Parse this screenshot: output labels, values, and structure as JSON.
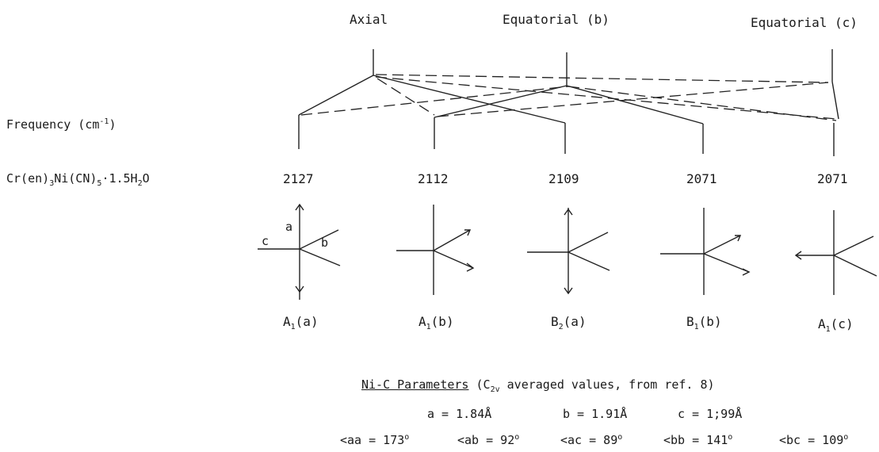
{
  "headers": {
    "axial": "Axial",
    "equatorial_b": "Equatorial (b)",
    "equatorial_c": "Equatorial (c)"
  },
  "frequency_label": {
    "prefix": "Frequency (cm",
    "superscript": "-1",
    "suffix": ")"
  },
  "compound_label": {
    "p1": "Cr(en)",
    "s1": "3",
    "p2": "Ni(CN)",
    "s2": "5",
    "p3": "·1.5H",
    "s3": "2",
    "p4": "O"
  },
  "frequencies": [
    "2127",
    "2112",
    "2109",
    "2071",
    "2071"
  ],
  "vector_labels": {
    "a": "a",
    "b": "b",
    "c": "c"
  },
  "modes": [
    {
      "main": "A",
      "sub": "1",
      "tail": "(a)"
    },
    {
      "main": "A",
      "sub": "1",
      "tail": "(b)"
    },
    {
      "main": "B",
      "sub": "2",
      "tail": "(a)"
    },
    {
      "main": "B",
      "sub": "1",
      "tail": "(b)"
    },
    {
      "main": "A",
      "sub": "1",
      "tail": "(c)"
    }
  ],
  "params": {
    "title": "Ni-C Parameters",
    "note_prefix": " (C",
    "note_sub": "2v",
    "note_suffix": " averaged values, from ref. 8)",
    "distances": [
      "a = 1.84Å",
      "b = 1.91Å",
      "c = 1;99Å"
    ],
    "angles": [
      {
        "text": "<aa = 173",
        "sup": "o"
      },
      {
        "text": "<ab = 92",
        "sup": "o"
      },
      {
        "text": "<ac = 89",
        "sup": "o"
      },
      {
        "text": "<bb = 141",
        "sup": "o"
      },
      {
        "text": "<bc = 109",
        "sup": "o"
      }
    ]
  }
}
